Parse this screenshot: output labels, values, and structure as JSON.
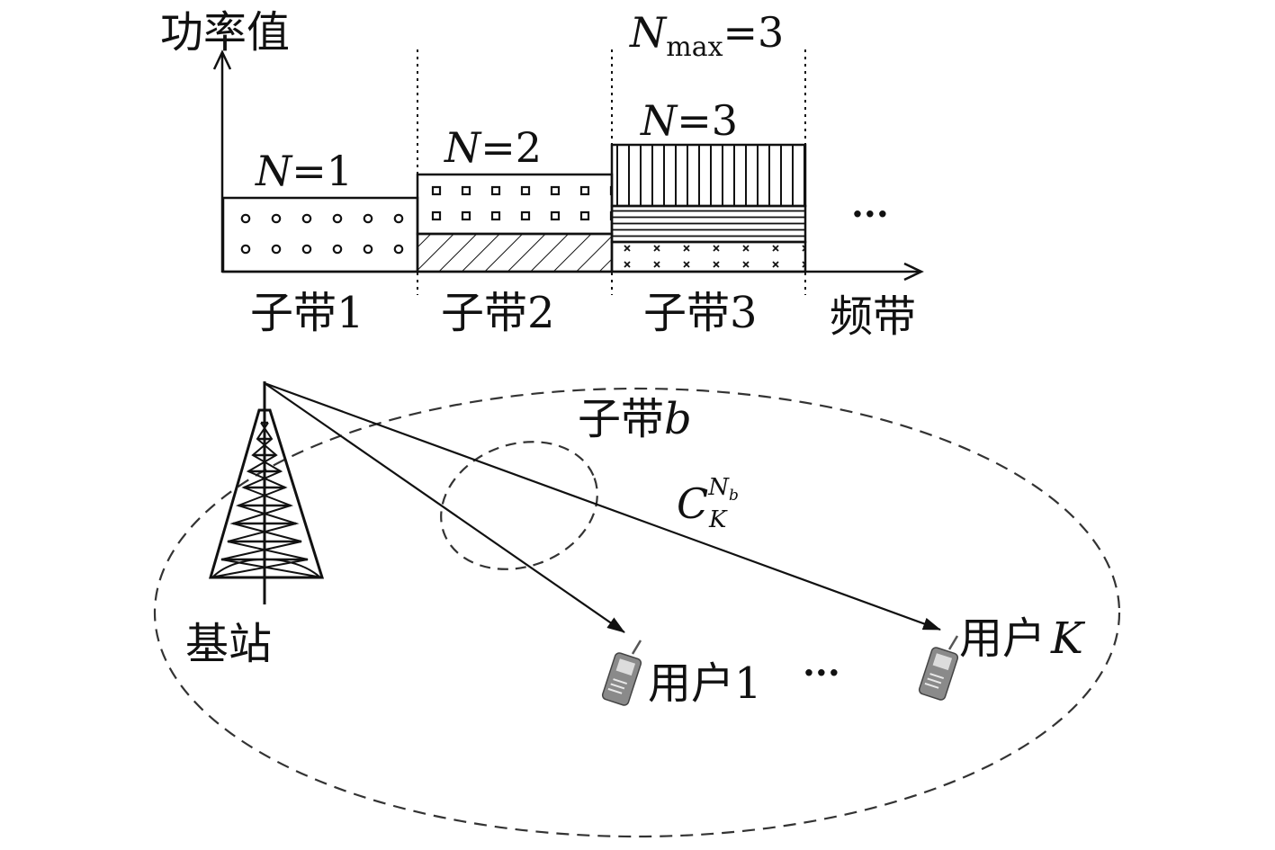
{
  "power_chart": {
    "y_axis_label": "功率值",
    "x_axis_label": "频带",
    "ellipsis": "···",
    "nmax_label": {
      "var": "N",
      "sub": "max",
      "eq": "=3"
    },
    "subbands": [
      {
        "label": "子带1",
        "n_var": "N",
        "n_eq": "=1"
      },
      {
        "label": "子带2",
        "n_var": "N",
        "n_eq": "=2"
      },
      {
        "label": "子带3",
        "n_var": "N",
        "n_eq": "=3"
      }
    ]
  },
  "network": {
    "base_station_label": "基站",
    "subband_label": "子带",
    "subband_var": "b",
    "combination": {
      "base": "C",
      "sub": "K",
      "sup": "N",
      "sup_sub": "b"
    },
    "user_1_label": "用户1",
    "user_k_label": "用户",
    "user_k_var": "K",
    "users_ellipsis": "···"
  }
}
